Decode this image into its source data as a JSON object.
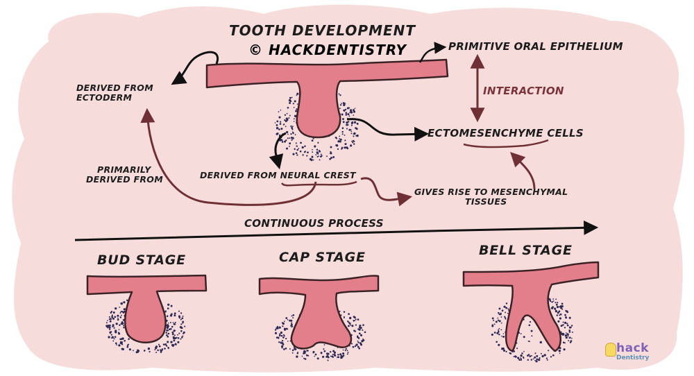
{
  "title": {
    "line1": "TOOTH DEVELOPMENT",
    "line2": "© HACKDENTISTRY"
  },
  "labels": {
    "primitive_oral_epithelium": "PRIMITIVE ORAL EPITHELIUM",
    "interaction": "INTERACTION",
    "ectomesenchyme": "ECTOMESENCHYME CELLS",
    "derived_from_ectoderm_1": "DERIVED FROM",
    "derived_from_ectoderm_2": "ECTODERM",
    "primarily_derived_1": "PRIMARILY",
    "primarily_derived_2": "DERIVED FROM",
    "neural_crest": "DERIVED FROM NEURAL CREST",
    "gives_rise_1": "GIVES RISE TO MESENCHYMAL",
    "gives_rise_2": "TISSUES",
    "continuous_process": "CONTINUOUS PROCESS"
  },
  "stages": [
    {
      "label": "BUD STAGE"
    },
    {
      "label": "CAP STAGE"
    },
    {
      "label": "BELL STAGE"
    }
  ],
  "logo": {
    "top": "hack",
    "bottom": "Dentistry"
  },
  "colors": {
    "background_blob": "#f7dcdc",
    "tissue": "#e37f8a",
    "tissue_outline": "#3a2226",
    "cells": "#2f2a55",
    "arrow_maroon": "#6e3035",
    "arrow_black": "#111111"
  }
}
